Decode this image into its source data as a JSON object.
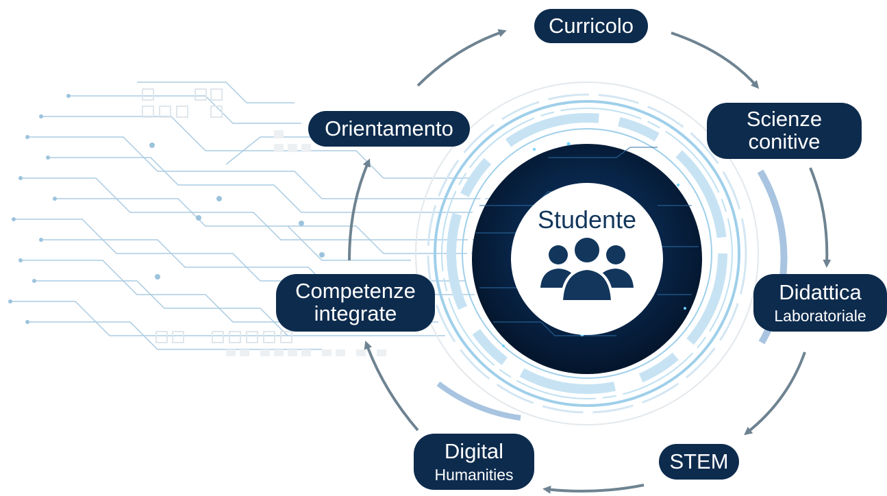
{
  "center": {
    "label": "Studente",
    "icon": "group-of-people-icon"
  },
  "nodes": {
    "curricolo": {
      "lines": [
        "Curricolo"
      ]
    },
    "scienze": {
      "lines": [
        "Scienze",
        "conitive"
      ]
    },
    "didattica": {
      "lines": [
        "Didattica",
        "Laboratoriale"
      ]
    },
    "stem": {
      "lines": [
        "STEM"
      ]
    },
    "digital": {
      "lines": [
        "Digital",
        "Humanities"
      ]
    },
    "competenze": {
      "lines": [
        "Competenze",
        "integrate"
      ]
    },
    "orientamento": {
      "lines": [
        "Orientamento"
      ]
    }
  },
  "colors": {
    "pill": "#0d2b4d",
    "arrow": "#6e8391",
    "circuit": "#9cc3dd",
    "core": "#071a33"
  }
}
